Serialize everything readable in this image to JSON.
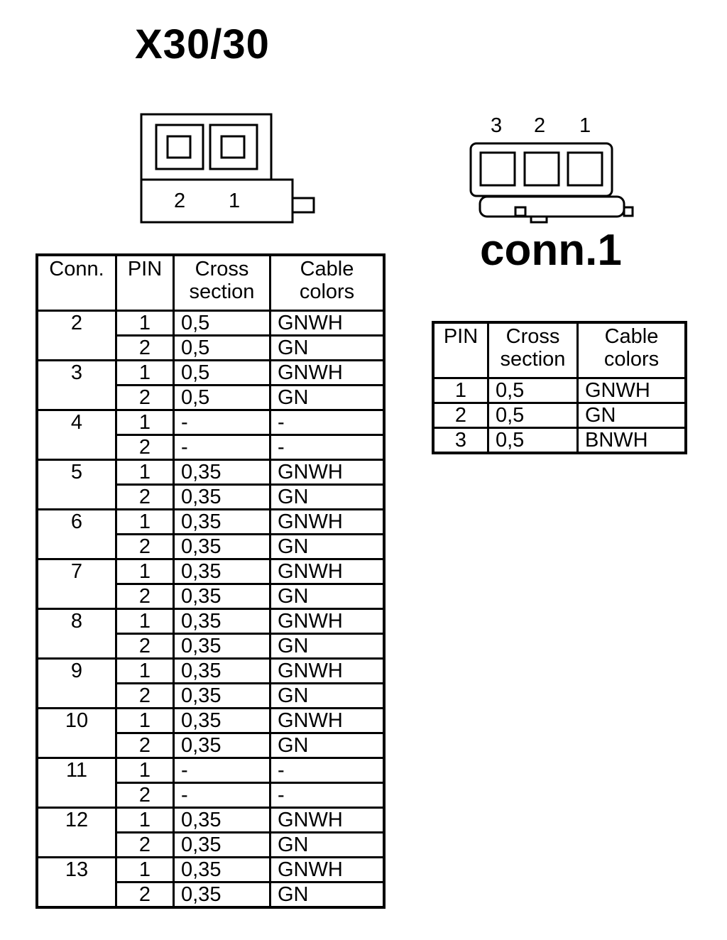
{
  "title": "X30/30",
  "conn1_title": "conn.1",
  "x30_pin_labels": [
    "2",
    "1"
  ],
  "conn1_pin_labels": [
    "3",
    "2",
    "1"
  ],
  "main_table": {
    "headers": {
      "conn": "Conn.",
      "pin": "PIN",
      "cross_line1": "Cross",
      "cross_line2": "section",
      "cable_line1": "Cable",
      "cable_line2": "colors"
    },
    "groups": [
      {
        "conn": "2",
        "rows": [
          {
            "pin": "1",
            "cross": "0,5",
            "color": "GNWH"
          },
          {
            "pin": "2",
            "cross": "0,5",
            "color": "GN"
          }
        ]
      },
      {
        "conn": "3",
        "rows": [
          {
            "pin": "1",
            "cross": "0,5",
            "color": "GNWH"
          },
          {
            "pin": "2",
            "cross": "0,5",
            "color": "GN"
          }
        ]
      },
      {
        "conn": "4",
        "rows": [
          {
            "pin": "1",
            "cross": "-",
            "color": "-"
          },
          {
            "pin": "2",
            "cross": "-",
            "color": "-"
          }
        ]
      },
      {
        "conn": "5",
        "rows": [
          {
            "pin": "1",
            "cross": "0,35",
            "color": "GNWH"
          },
          {
            "pin": "2",
            "cross": "0,35",
            "color": "GN"
          }
        ]
      },
      {
        "conn": "6",
        "rows": [
          {
            "pin": "1",
            "cross": "0,35",
            "color": "GNWH"
          },
          {
            "pin": "2",
            "cross": "0,35",
            "color": "GN"
          }
        ]
      },
      {
        "conn": "7",
        "rows": [
          {
            "pin": "1",
            "cross": "0,35",
            "color": "GNWH"
          },
          {
            "pin": "2",
            "cross": "0,35",
            "color": "GN"
          }
        ]
      },
      {
        "conn": "8",
        "rows": [
          {
            "pin": "1",
            "cross": "0,35",
            "color": "GNWH"
          },
          {
            "pin": "2",
            "cross": "0,35",
            "color": "GN"
          }
        ]
      },
      {
        "conn": "9",
        "rows": [
          {
            "pin": "1",
            "cross": "0,35",
            "color": "GNWH"
          },
          {
            "pin": "2",
            "cross": "0,35",
            "color": "GN"
          }
        ]
      },
      {
        "conn": "10",
        "rows": [
          {
            "pin": "1",
            "cross": "0,35",
            "color": "GNWH"
          },
          {
            "pin": "2",
            "cross": "0,35",
            "color": "GN"
          }
        ]
      },
      {
        "conn": "11",
        "rows": [
          {
            "pin": "1",
            "cross": "-",
            "color": "-"
          },
          {
            "pin": "2",
            "cross": "-",
            "color": "-"
          }
        ]
      },
      {
        "conn": "12",
        "rows": [
          {
            "pin": "1",
            "cross": "0,35",
            "color": "GNWH"
          },
          {
            "pin": "2",
            "cross": "0,35",
            "color": "GN"
          }
        ]
      },
      {
        "conn": "13",
        "rows": [
          {
            "pin": "1",
            "cross": "0,35",
            "color": "GNWH"
          },
          {
            "pin": "2",
            "cross": "0,35",
            "color": "GN"
          }
        ]
      }
    ]
  },
  "conn1_table": {
    "headers": {
      "pin": "PIN",
      "cross_line1": "Cross",
      "cross_line2": "section",
      "cable_line1": "Cable",
      "cable_line2": "colors"
    },
    "rows": [
      {
        "pin": "1",
        "cross": "0,5",
        "color": "GNWH"
      },
      {
        "pin": "2",
        "cross": "0,5",
        "color": "GN"
      },
      {
        "pin": "3",
        "cross": "0,5",
        "color": "BNWH"
      }
    ]
  }
}
